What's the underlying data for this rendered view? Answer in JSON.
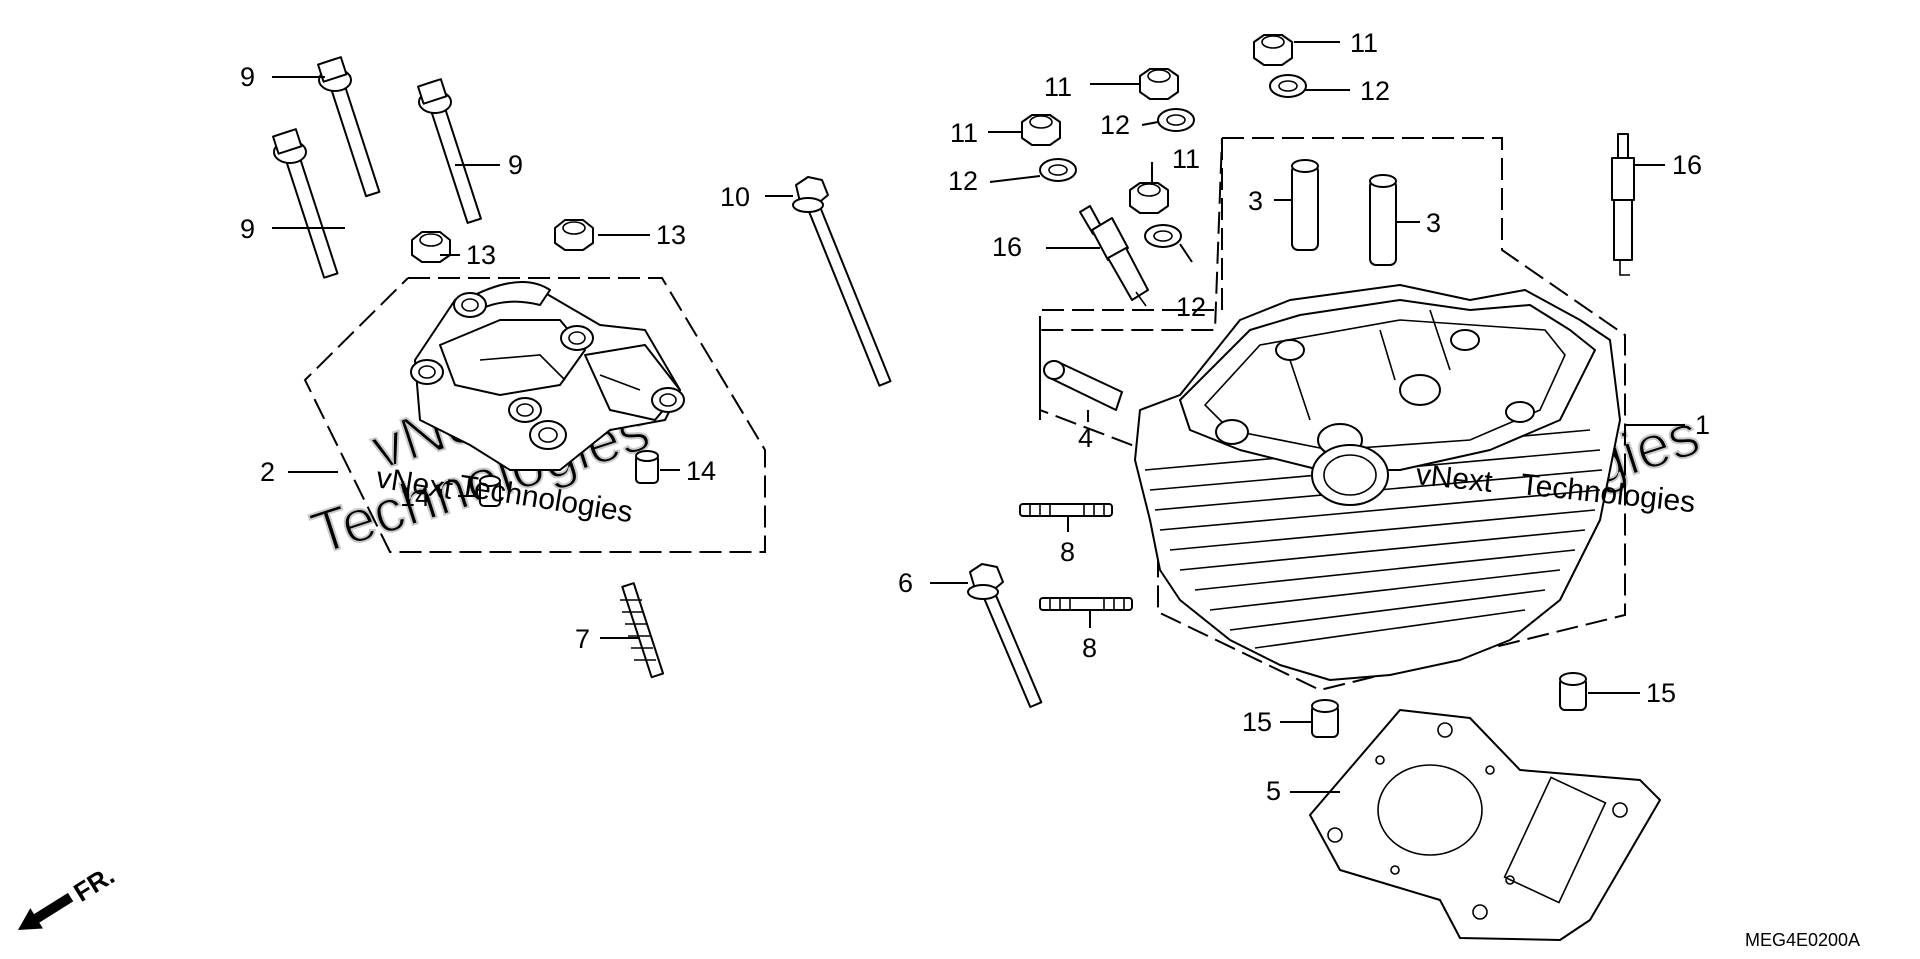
{
  "callouts": {
    "c1": "1",
    "c2": "2",
    "c3a": "3",
    "c3b": "3",
    "c4": "4",
    "c5": "5",
    "c6": "6",
    "c7": "7",
    "c8a": "8",
    "c8b": "8",
    "c9a": "9",
    "c9b": "9",
    "c9c": "9",
    "c10": "10",
    "c11a": "11",
    "c11b": "11",
    "c11c": "11",
    "c11d": "11",
    "c12a": "12",
    "c12b": "12",
    "c12c": "12",
    "c12d": "12",
    "c13a": "13",
    "c13b": "13",
    "c14a": "14",
    "c14b": "14",
    "c15a": "15",
    "c15b": "15",
    "c16a": "16",
    "c16b": "16"
  },
  "front_indicator": "FR.",
  "diagram_code": "MEG4E0200A",
  "watermark": {
    "line1": "vNext",
    "line2": "Technologies"
  }
}
